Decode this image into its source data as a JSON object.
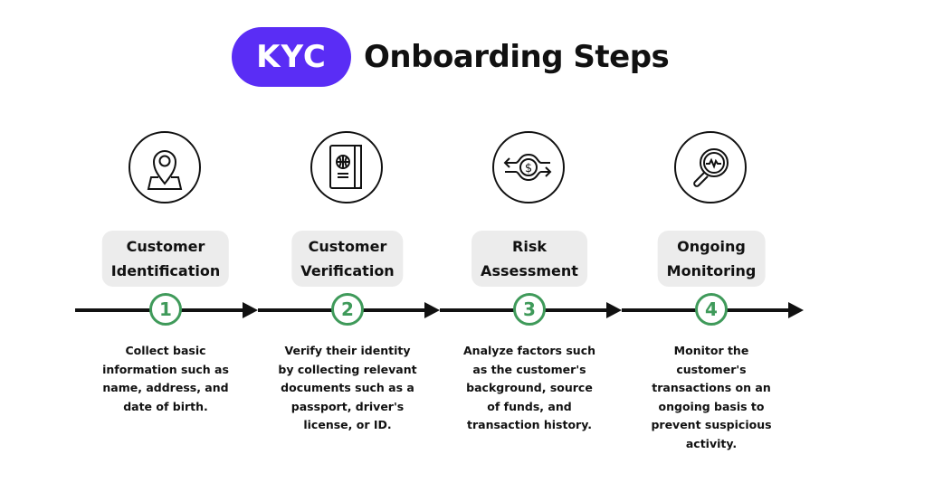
{
  "title": {
    "badge": "KYC",
    "text": "Onboarding Steps"
  },
  "colors": {
    "badge": "#5a2df5",
    "step_number": "#3f9a5a",
    "label_bg": "#ececec"
  },
  "steps": [
    {
      "number": "1",
      "icon": "map-pin-icon",
      "label": [
        "Customer",
        "Identification"
      ],
      "description": [
        "Collect basic",
        "information such as",
        "name, address, and",
        "date of birth."
      ]
    },
    {
      "number": "2",
      "icon": "passport-icon",
      "label": [
        "Customer",
        "Verification"
      ],
      "description": [
        "Verify their identity",
        "by collecting relevant",
        "documents such as a",
        "passport, driver's",
        "license, or ID."
      ]
    },
    {
      "number": "3",
      "icon": "money-exchange-icon",
      "label": [
        "Risk",
        "Assessment"
      ],
      "description": [
        "Analyze factors such",
        "as the customer's",
        "background, source",
        "of funds, and",
        "transaction history."
      ]
    },
    {
      "number": "4",
      "icon": "magnifier-monitoring-icon",
      "label": [
        "Ongoing",
        "Monitoring"
      ],
      "description": [
        "Monitor the",
        "customer's",
        "transactions on an",
        "ongoing basis to",
        "prevent suspicious",
        "activity."
      ]
    }
  ]
}
